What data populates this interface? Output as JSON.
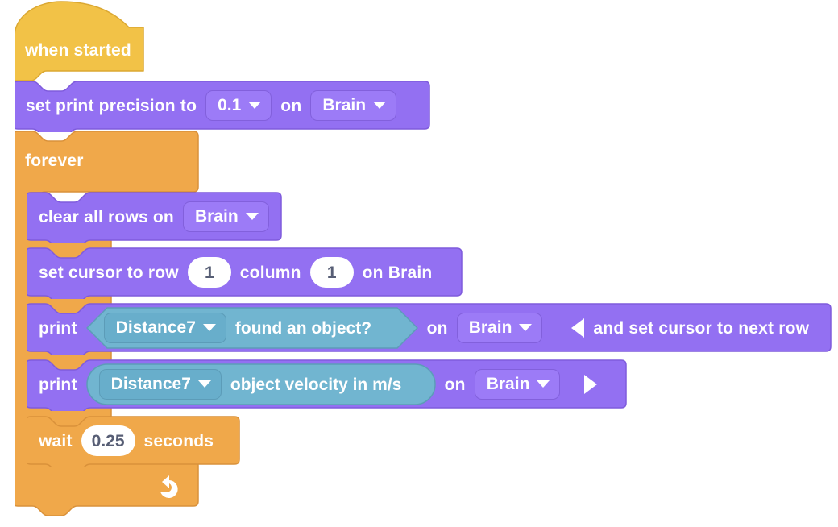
{
  "program": {
    "title": "VEX VR block program",
    "colors": {
      "event_hat": "#F2C247",
      "control_orange": "#F0A84A",
      "control_orange_border": "#D9913A",
      "looks_purple": "#9370F2",
      "looks_purple_border": "#7F5BDC",
      "field_purple": "#9C7BF7",
      "sensing_teal": "#71B5D0",
      "sensing_teal_border": "#5C9CB8",
      "number_text": "#575E75",
      "block_text": "#FFFFFF",
      "canvas": "#FFFFFF"
    },
    "blocks": {
      "when_started": {
        "label": "when started",
        "type": "hat"
      },
      "set_print_precision": {
        "text_1": "set print precision to",
        "precision_value": "0.1",
        "text_2": "on",
        "device_value": "Brain"
      },
      "forever": {
        "label": "forever"
      },
      "clear_all_rows": {
        "text_1": "clear all rows on",
        "device_value": "Brain"
      },
      "set_cursor": {
        "text_1": "set cursor to row",
        "row_value": "1",
        "text_2": "column",
        "column_value": "1",
        "text_3": "on Brain"
      },
      "print_found_object": {
        "text_1": "print",
        "sensor_value": "Distance7",
        "sensor_text": "found an object?",
        "text_2": "on",
        "device_value": "Brain",
        "expand_label": "and set cursor to next row",
        "expand_icon": "triangle-left-icon"
      },
      "print_velocity": {
        "text_1": "print",
        "sensor_value": "Distance7",
        "sensor_text": "object velocity in m/s",
        "text_2": "on",
        "device_value": "Brain",
        "expand_icon": "triangle-right-icon"
      },
      "wait": {
        "text_1": "wait",
        "seconds_value": "0.25",
        "text_2": "seconds"
      },
      "loop_end": {
        "icon": "loop-arrow-icon"
      }
    }
  }
}
